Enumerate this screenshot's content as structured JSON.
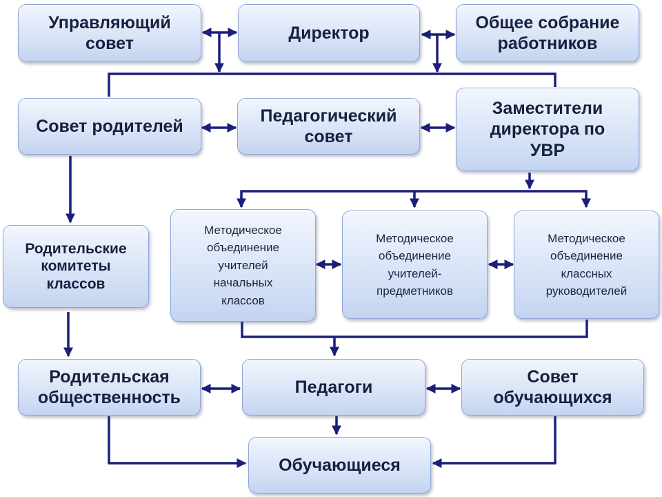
{
  "colors": {
    "line": "#1a1f7a",
    "box_border": "#8fa6d8",
    "box_fill_top": "#f2f6fd",
    "box_fill_bottom": "#c4d4f0",
    "text": "#16213d"
  },
  "nodes": {
    "managing_council": "Управляющий\nсовет",
    "director": "Директор",
    "general_meeting": "Общее собрание\nработников",
    "parents_council": "Совет родителей",
    "pedagogical_council": "Педагогический\nсовет",
    "deputy_directors": "Заместители\nдиректора по\nУВР",
    "class_parent_committees": "Родительские\nкомитеты\nклассов",
    "mo_primary": "Методическое\nобъединение\nучителей\nначальных\nклассов",
    "mo_subject": "Методическое\nобъединение\nучителей-\nпредметников",
    "mo_class_teachers": "Методическое\nобъединение\nклассных\nруководителей",
    "parent_community": "Родительская\nобщественность",
    "teachers": "Педагоги",
    "student_council": "Совет\nобучающихся",
    "students": "Обучающиеся"
  }
}
